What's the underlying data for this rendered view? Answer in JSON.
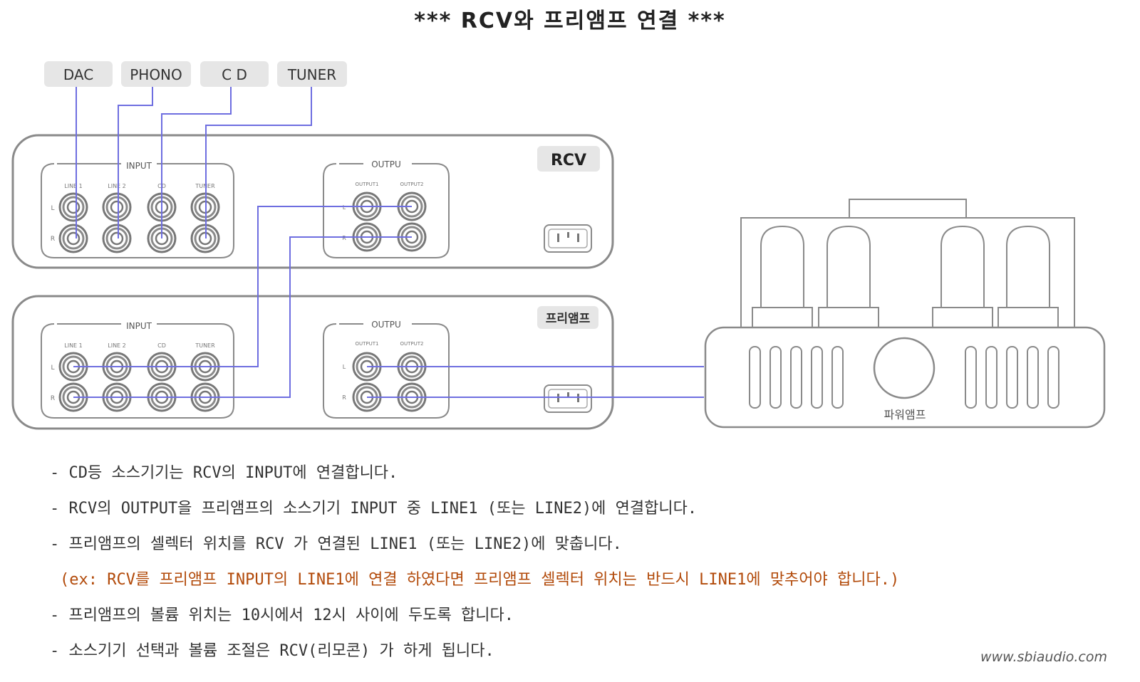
{
  "title": "*** RCV와 프리앰프 연결 ***",
  "sources": [
    "DAC",
    "PHONO",
    "C D",
    "TUNER"
  ],
  "rcv": {
    "badge": "RCV",
    "input_label": "INPUT",
    "output_label": "OUTPU",
    "input_channels": [
      "LINE 1",
      "LINE 2",
      "CD",
      "TUNER"
    ],
    "output_channels": [
      "OUTPUT1",
      "OUTPUT2"
    ],
    "row_labels": [
      "L",
      "R"
    ]
  },
  "preamp": {
    "badge": "프리앰프",
    "input_label": "INPUT",
    "output_label": "OUTPU",
    "input_channels": [
      "LINE 1",
      "LINE 2",
      "CD",
      "TUNER"
    ],
    "output_channels": [
      "OUTPUT1",
      "OUTPUT2"
    ],
    "row_labels": [
      "L",
      "R"
    ]
  },
  "poweramp": {
    "label": "파워앰프"
  },
  "notes": [
    "- CD등 소스기기는 RCV의 INPUT에 연결합니다.",
    "- RCV의 OUTPUT을 프리앰프의 소스기기 INPUT 중 LINE1 (또는 LINE2)에 연결합니다.",
    "- 프리앰프의 셀렉터 위치를 RCV 가 연결된 LINE1 (또는 LINE2)에 맞춥니다.",
    "(ex: RCV를 프리앰프 INPUT의 LINE1에 연결 하였다면 프리앰프 셀렉터 위치는 반드시 LINE1에 맞추어야 합니다.)",
    "- 프리앰프의 볼륨 위치는 10시에서 12시 사이에 두도록 합니다.",
    "- 소스기기 선택과 볼륨 조절은 RCV(리모콘) 가 하게 됩니다."
  ],
  "watermark": "www.sbiaudio.com",
  "colors": {
    "cable": "#6e6ee0",
    "outline": "#8a8a8a",
    "note_highlight": "#b24a0a"
  }
}
